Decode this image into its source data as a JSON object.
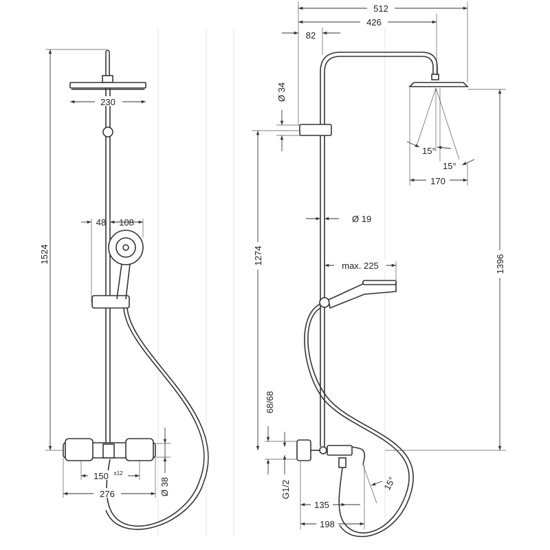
{
  "drawing": {
    "left_view": {
      "height_total": "1524",
      "head_diameter": "230",
      "offset_a": "48",
      "offset_b": "108",
      "valve_spacing": "150",
      "valve_spacing_tol": "±12",
      "overall_width": "276",
      "pipe_diameter": "Ø 38"
    },
    "right_view": {
      "total_width": "512",
      "arm_length": "426",
      "wall_offset": "82",
      "holder_diameter": "Ø 34",
      "rail_diameter": "Ø 19",
      "holder_height": "1274",
      "head_height": "1396",
      "spray_width": "170",
      "spray_angle_a": "15°",
      "spray_angle_b": "15°",
      "hand_shower_reach": "max. 225",
      "inlet_height": "68/68",
      "inlet_thread": "G1/2",
      "spout_angle": "15°",
      "spout_reach_a": "135",
      "spout_reach_b": "198"
    }
  }
}
